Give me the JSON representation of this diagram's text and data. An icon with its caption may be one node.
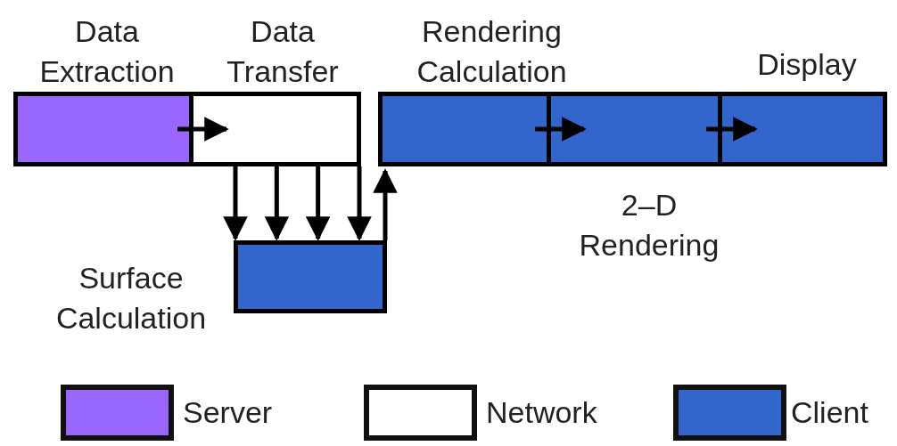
{
  "diagram": {
    "nodes": [
      {
        "text": [
          "Data Extraction"
        ]
      },
      {
        "text": [
          "Data Transfer"
        ]
      },
      {
        "text": [
          "Rendering Calculation"
        ]
      },
      {
        "text": [
          "2–D Rendering"
        ]
      },
      {
        "text": [
          "Display"
        ]
      },
      {
        "text": [
          "Surface Calculation"
        ]
      }
    ],
    "edges": [
      {
        "from": 0,
        "to": 1,
        "arrow": "to"
      },
      {
        "from": 2,
        "to": 3,
        "arrow": "to"
      },
      {
        "from": 3,
        "to": 4,
        "arrow": "to"
      },
      {
        "from": 1,
        "to": 5,
        "arrow": "to"
      },
      {
        "from": 1,
        "to": 5,
        "arrow": "to"
      },
      {
        "from": 1,
        "to": 5,
        "arrow": "to"
      },
      {
        "from": 1,
        "to": 5,
        "arrow": "to"
      },
      {
        "from": 5,
        "to": 2,
        "arrow": "to"
      }
    ],
    "legend": [
      {
        "text": "Server",
        "color": "#9966ff"
      },
      {
        "text": "Network",
        "color": "#ffffff"
      },
      {
        "text": "Client",
        "color": "#3366cc"
      }
    ]
  }
}
